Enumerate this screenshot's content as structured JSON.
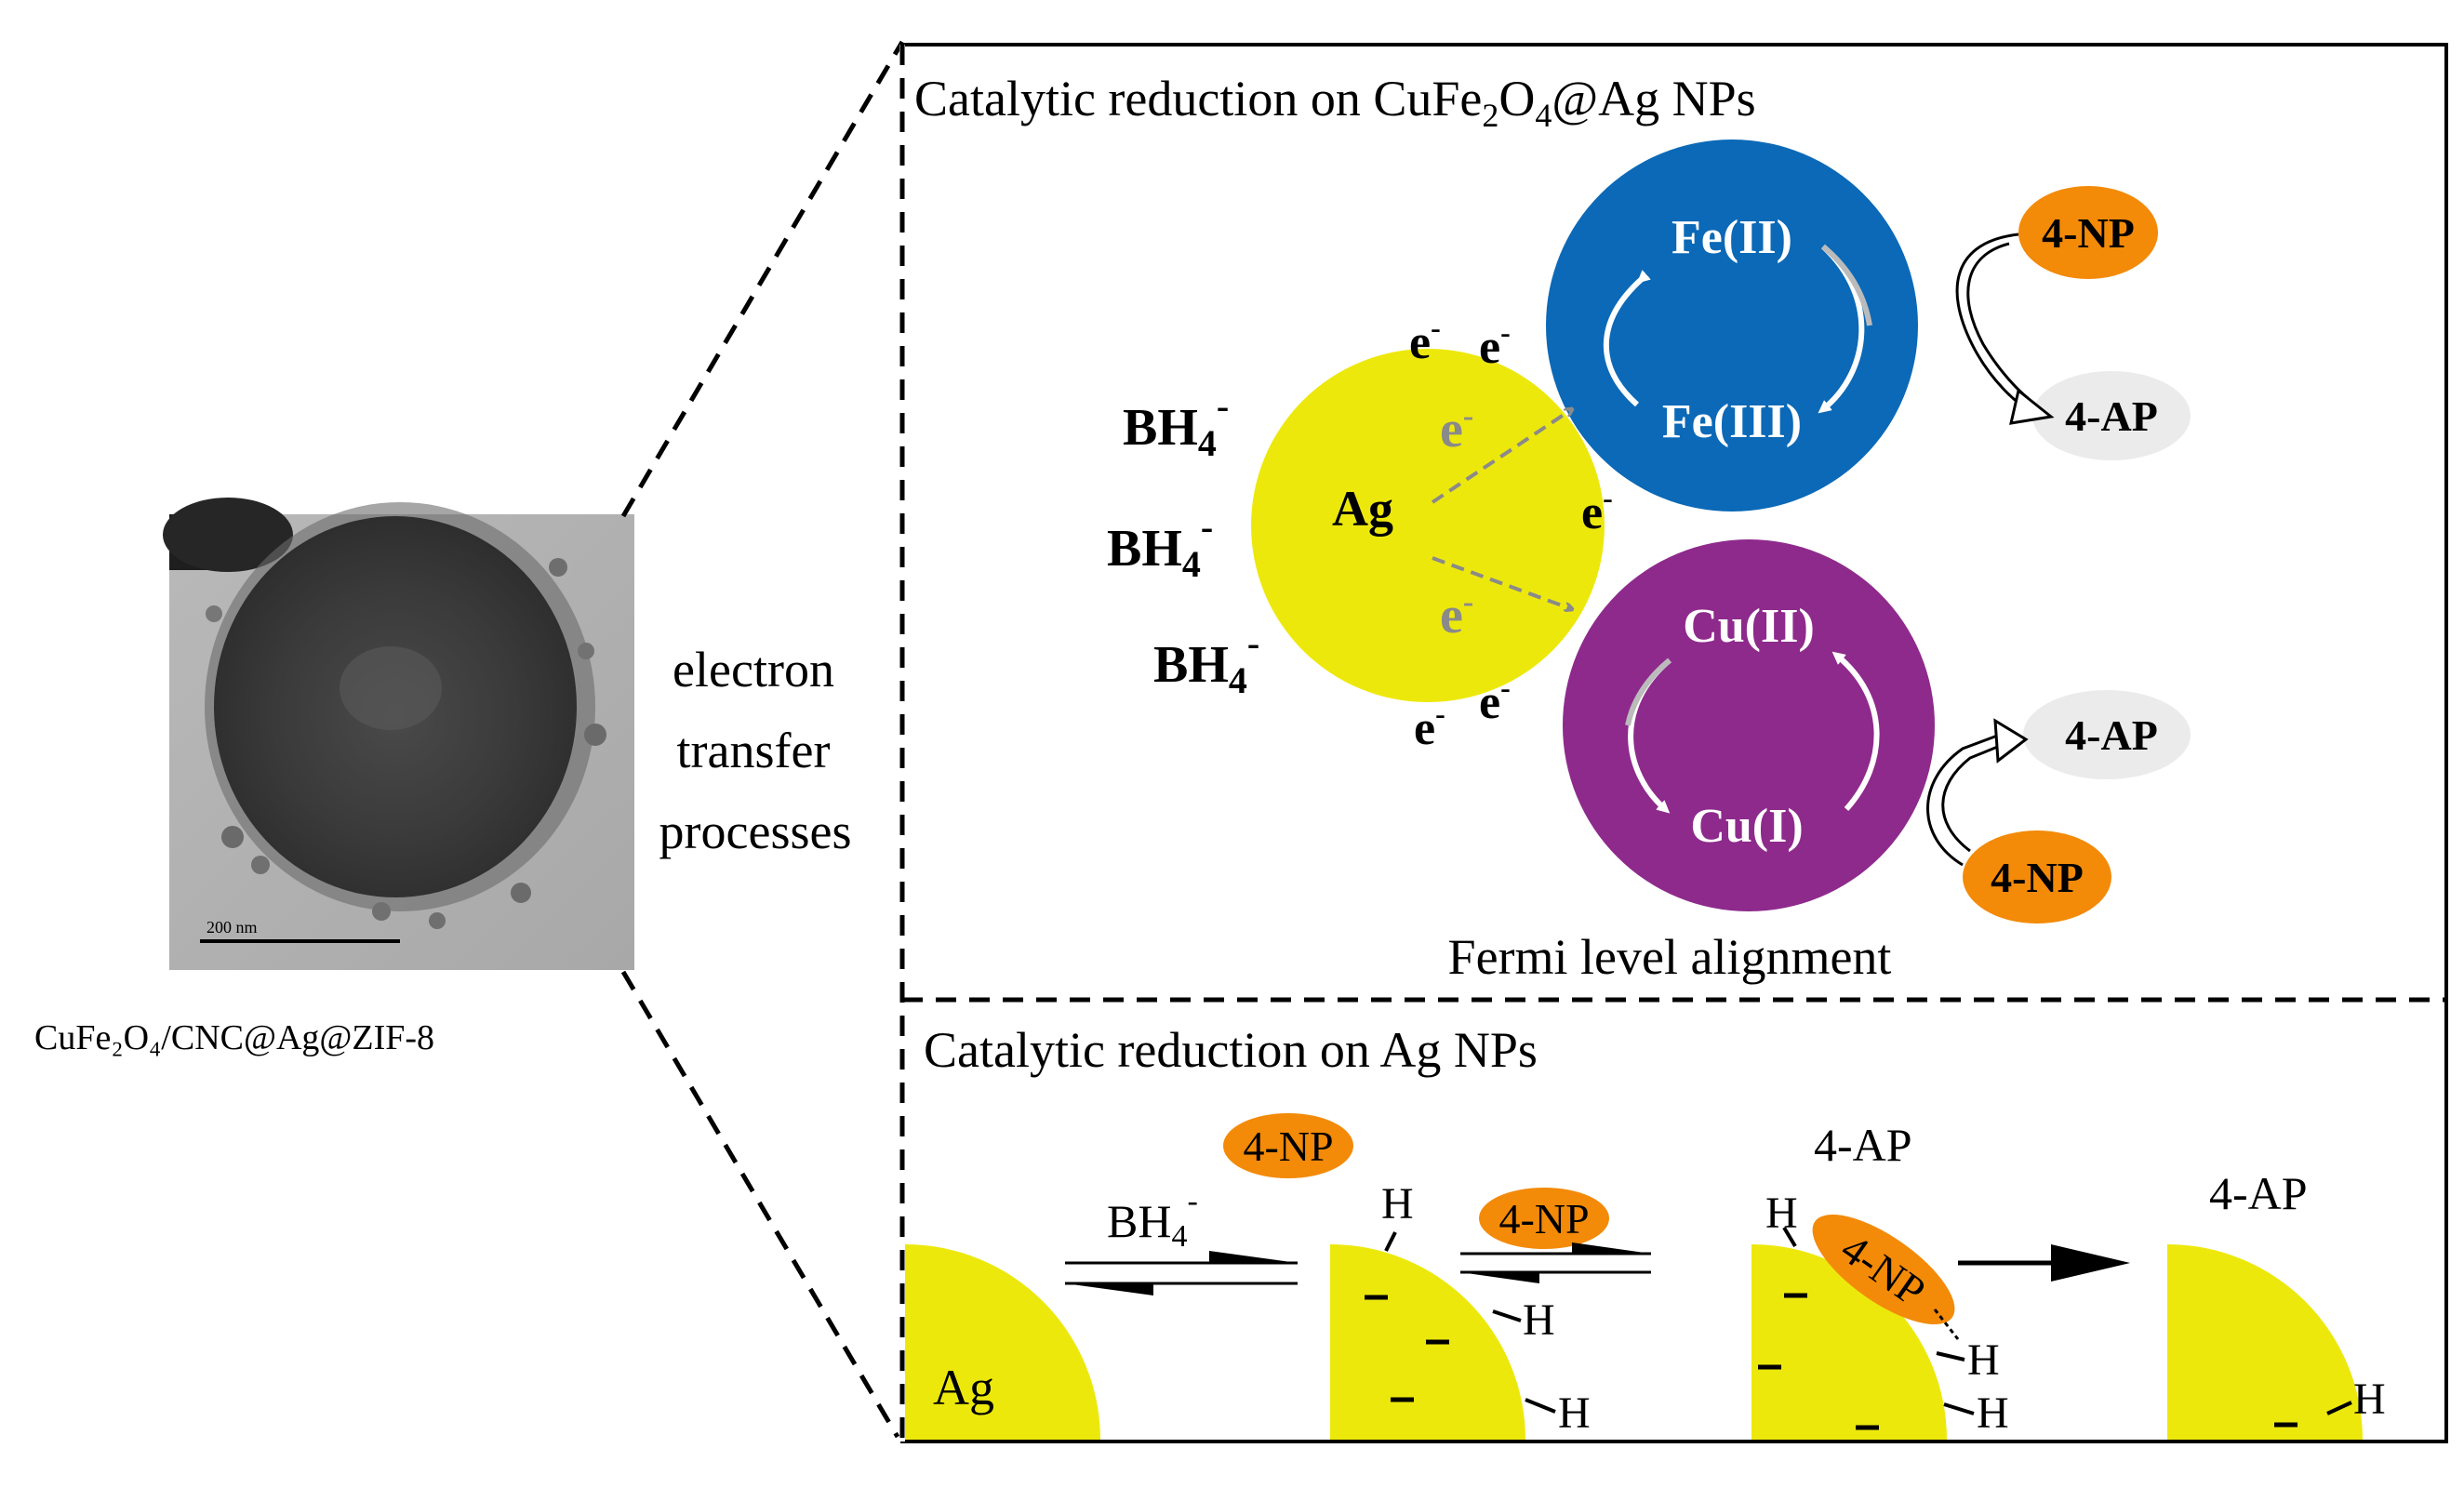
{
  "colors": {
    "ag_yellow": "#EDE80C",
    "fe_blue": "#0B69B7",
    "cu_purple": "#8E2A8C",
    "np_orange": "#F38A08",
    "ap_gray": "#EBEBEB",
    "arrow_gray": "#8A8A8A"
  },
  "tem": {
    "scale_label": "200 nm",
    "caption": "CuFe₂O₄/CNC@Ag@ZIF-8"
  },
  "side_label": {
    "line1": "electron",
    "line2": "transfer",
    "line3": "processes"
  },
  "top_panel": {
    "title_pre": "Catalytic reduction on CuFe",
    "title_sub1": "2",
    "title_mid": "O",
    "title_sub2": "4",
    "title_post": "@Ag NPs",
    "ag": "Ag",
    "bh4": "BH",
    "bh4_sub": "4",
    "bh4_sup": "-",
    "e": "e",
    "e_sup": "-",
    "fe2": "Fe(II)",
    "fe3": "Fe(III)",
    "cu2": "Cu(II)",
    "cu1": "Cu(I)",
    "np": "4-NP",
    "ap": "4-AP",
    "fermi": "Fermi level alignment"
  },
  "bottom_panel": {
    "title": "Catalytic reduction on Ag NPs",
    "ag": "Ag",
    "np": "4-NP",
    "ap": "4-AP",
    "bh4": "BH",
    "bh4_sub": "4",
    "bh4_sup": "-",
    "h": "H"
  }
}
